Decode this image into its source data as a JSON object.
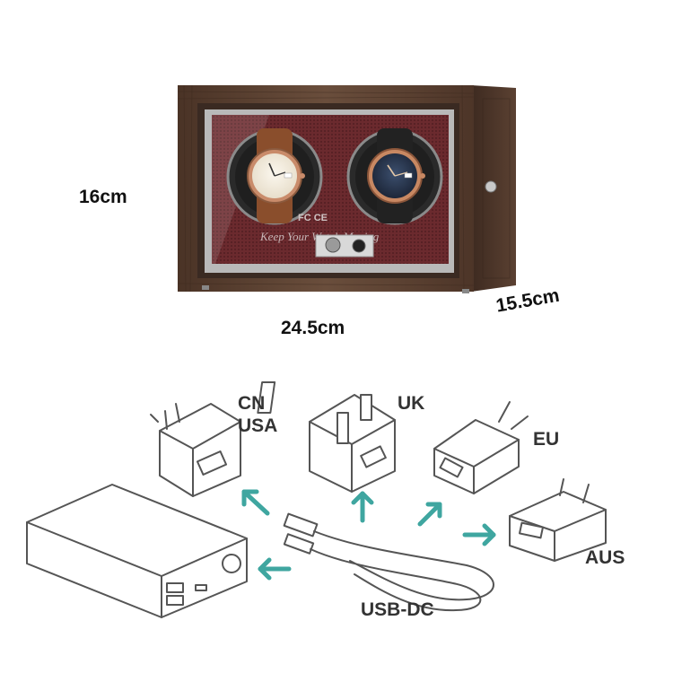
{
  "dimensions": {
    "height": "16cm",
    "width": "24.5cm",
    "depth": "15.5cm"
  },
  "adapters": {
    "cn_usa_line1": "CN",
    "cn_usa_line2": "USA",
    "uk": "UK",
    "eu": "EU",
    "aus": "AUS",
    "cable": "USB-DC"
  },
  "product_text": {
    "slogan": "Keep Your Watch Moving",
    "cert_marks": "FC CE"
  },
  "colors": {
    "wood": "#5a4030",
    "lining": "#6b2a2e",
    "arrow": "#3fa6a0",
    "line_art": "#555555"
  }
}
